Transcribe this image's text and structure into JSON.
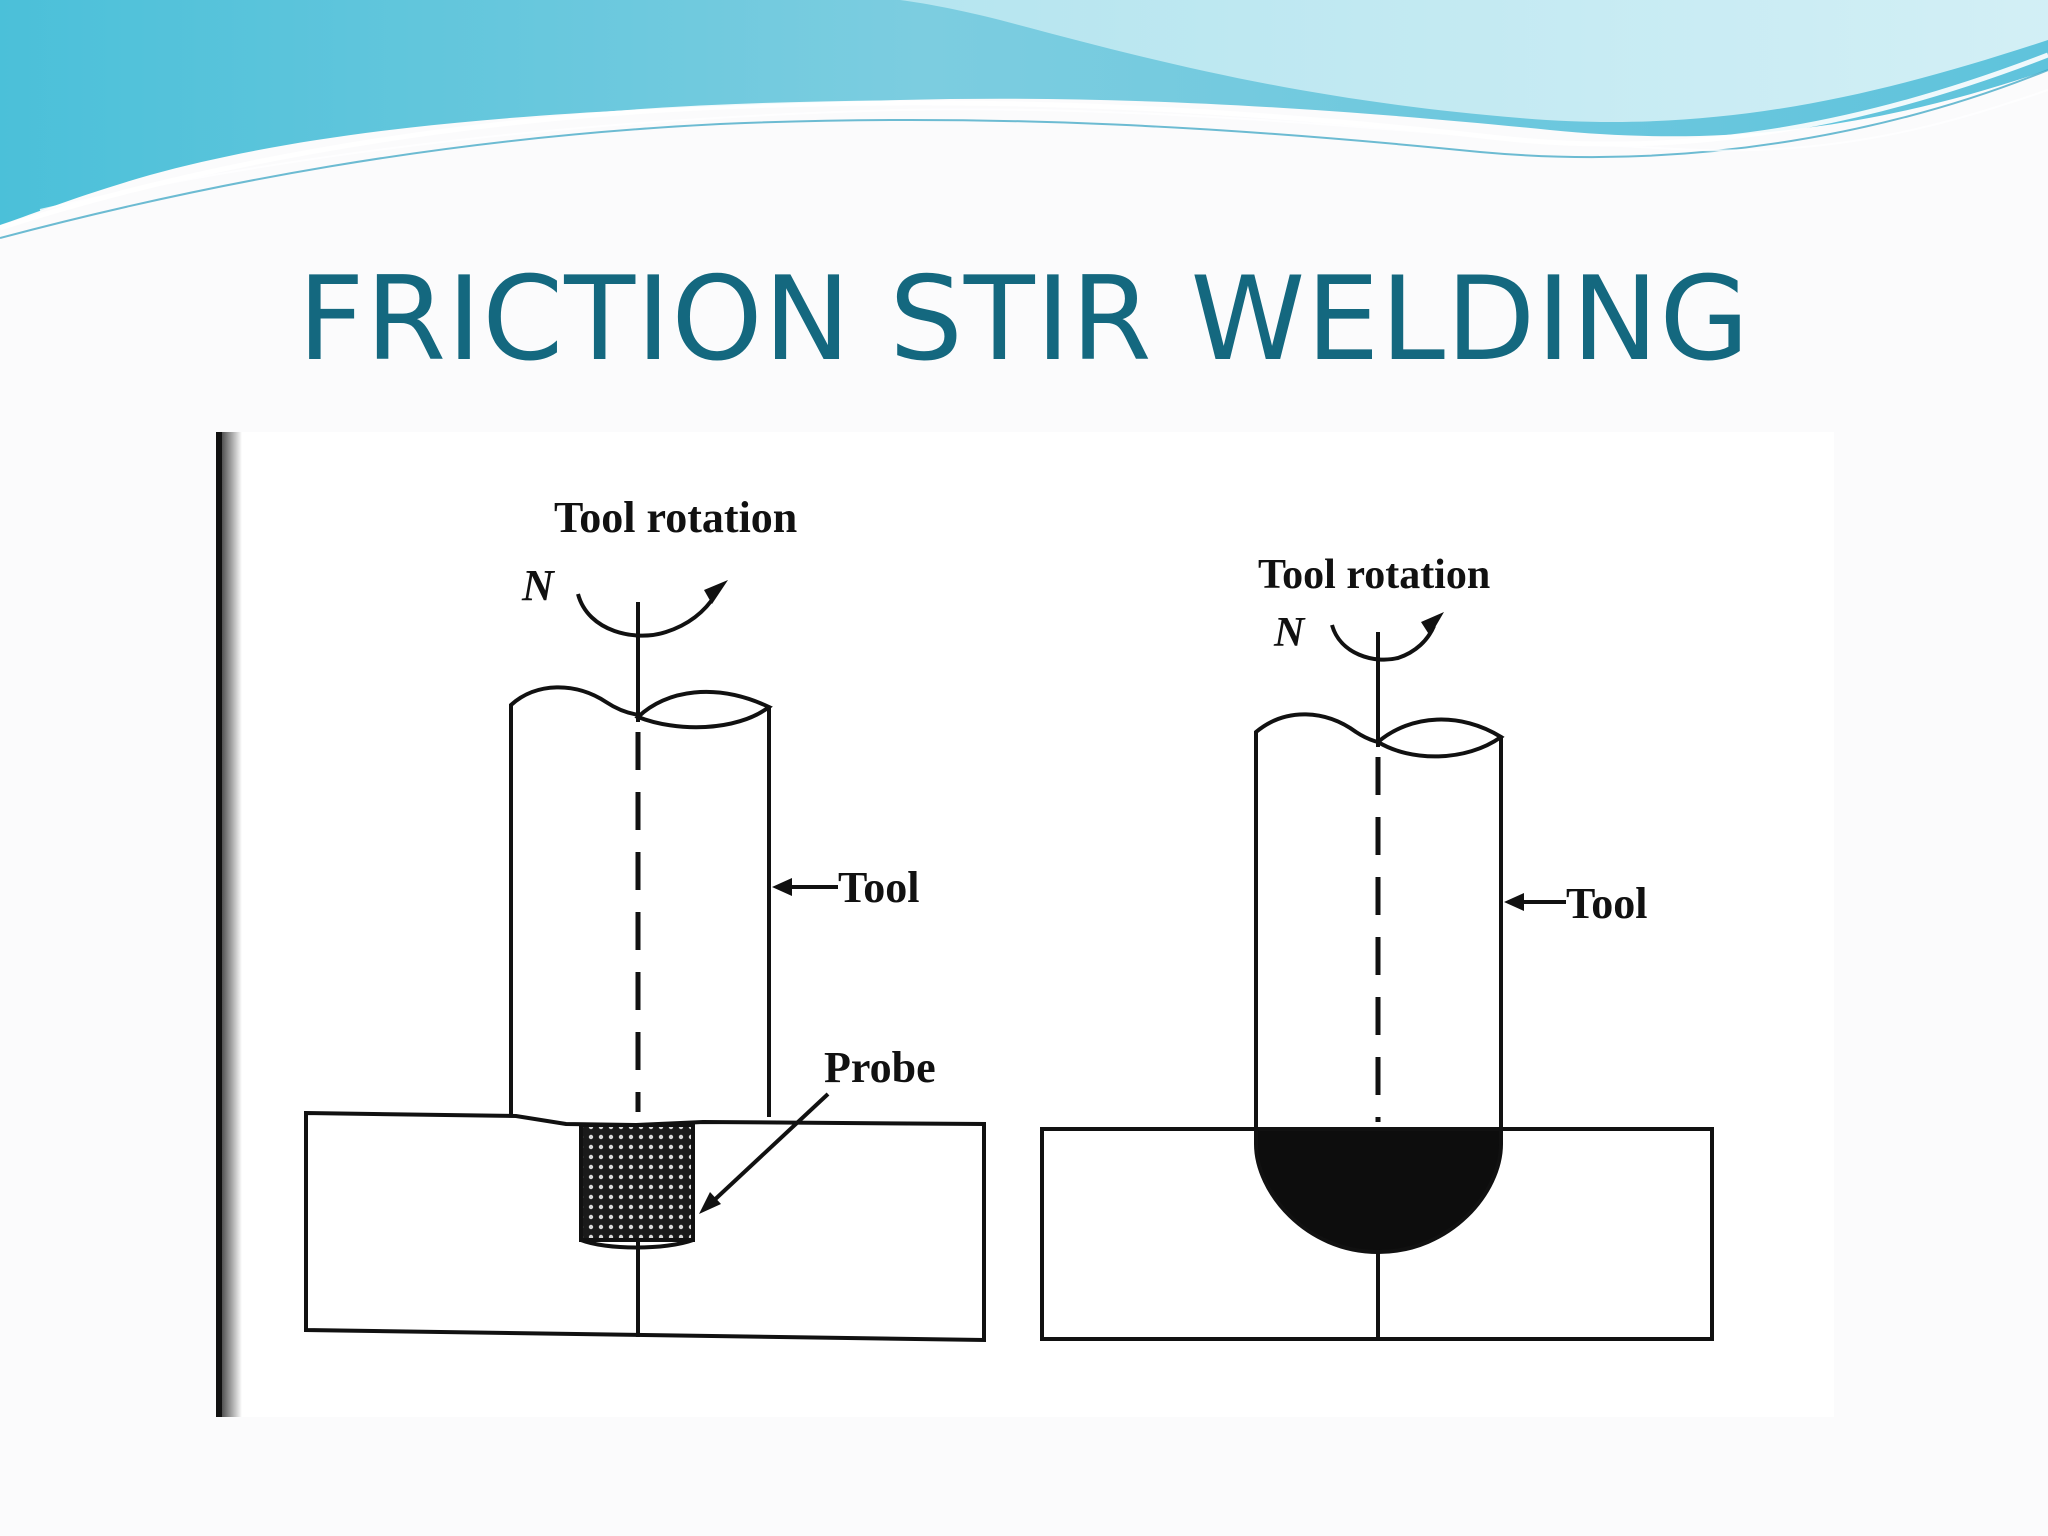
{
  "slide": {
    "title": "FRICTION STIR WELDING"
  },
  "figure": {
    "left_panel": {
      "rotation_label": "Tool rotation",
      "speed_symbol": "N",
      "tool_label": "Tool",
      "probe_label": "Probe"
    },
    "right_panel": {
      "rotation_label": "Tool rotation",
      "speed_symbol": "N",
      "tool_label": "Tool"
    }
  },
  "colors": {
    "title": "#14687f",
    "wave_dark": "#3fb4d2",
    "wave_light": "#a8e2ee",
    "ink": "#111111"
  },
  "icons": [
    "rotation-arrow-icon",
    "leader-arrow-icon"
  ]
}
